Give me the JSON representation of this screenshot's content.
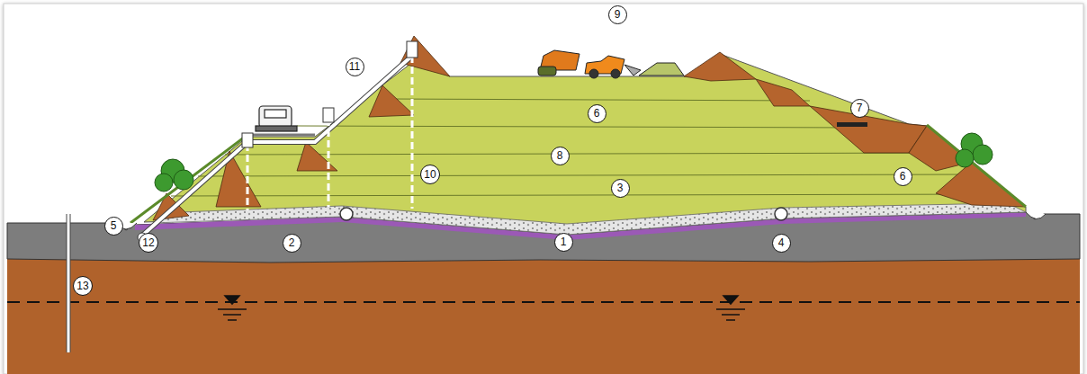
{
  "diagram": {
    "nodes": [
      {
        "text": [
          "9"
        ]
      },
      {
        "text": [
          "11"
        ]
      },
      {
        "text": [
          "7"
        ]
      },
      {
        "text": [
          "6"
        ]
      },
      {
        "text": [
          "8"
        ]
      },
      {
        "text": [
          "10"
        ]
      },
      {
        "text": [
          "6"
        ]
      },
      {
        "text": [
          "3"
        ]
      },
      {
        "text": [
          "5"
        ]
      },
      {
        "text": [
          "12"
        ]
      },
      {
        "text": [
          "2"
        ]
      },
      {
        "text": [
          "1"
        ]
      },
      {
        "text": [
          "4"
        ]
      },
      {
        "text": [
          "13"
        ]
      }
    ]
  }
}
